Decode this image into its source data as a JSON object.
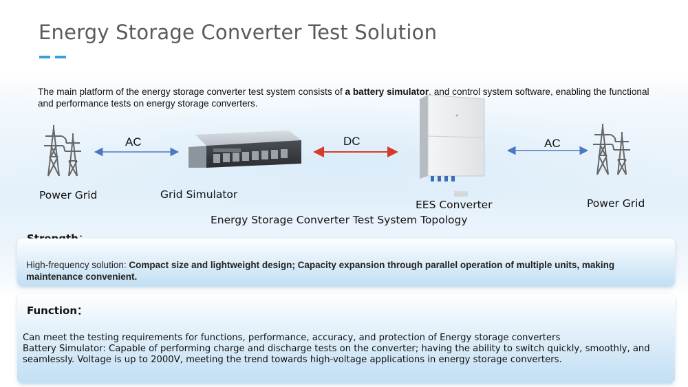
{
  "header": {
    "title": "Energy Storage Converter Test Solution",
    "accent_color": "#3aa0dd"
  },
  "intro": {
    "part1": "The main platform of the energy storage converter test system consists of ",
    "bold": "a battery simulator",
    "part2": ", and control system software, enabling the functional and performance tests on energy storage converters."
  },
  "topology": {
    "caption": "Energy Storage Converter Test System Topology",
    "nodes": {
      "power_grid_left": "Power Grid",
      "grid_simulator": "Grid Simulator",
      "ees_converter": "EES Converter",
      "power_grid_right": "Power Grid"
    },
    "links": {
      "ac_left": "AC",
      "dc": "DC",
      "ac_right": "AC"
    },
    "icons": [
      "power-tower-icon",
      "grid-simulator-device",
      "ees-converter-device",
      "power-tower-icon"
    ],
    "colors": {
      "ac_arrow": "#4a78c2",
      "dc_arrow": "#d63a2a"
    }
  },
  "strength": {
    "heading": "Strength",
    "colon": "：",
    "lead": "High-frequency solution: ",
    "bold": "Compact size and lightweight design; Capacity expansion through parallel operation of multiple units, making maintenance convenient."
  },
  "function": {
    "heading": "Function",
    "colon": "：",
    "line1": "Can meet the testing requirements for functions, performance, accuracy, and protection of Energy storage converters",
    "line2": "Battery Simulator: Capable of performing charge and discharge tests on the converter; having the ability to switch quickly, smoothly, and seamlessly.   Voltage is up to 2000V, meeting the trend towards high-voltage applications in energy storage converters."
  }
}
